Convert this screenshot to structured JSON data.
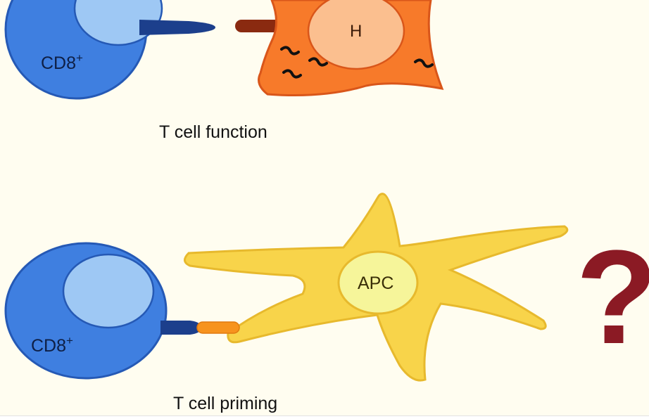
{
  "top_panel": {
    "tcell_label": "CD8",
    "tcell_superscript": "+",
    "target_cell_label": "H",
    "caption": "T cell function"
  },
  "bottom_panel": {
    "tcell_label": "CD8",
    "tcell_superscript": "+",
    "apc_label": "APC",
    "caption": "T cell priming",
    "question_mark": "?"
  },
  "colors": {
    "background": "#fffdf0",
    "tcell_fill": "#3f7fe0",
    "tcell_nucleus": "#9ec8f4",
    "tcell_outline": "#2559b5",
    "tcr": "#1c3f8c",
    "target_cell_fill": "#f77a2a",
    "target_cell_nucleus": "#fbbf8f",
    "mhc_dark": "#8a2a10",
    "apc_fill": "#f8d44a",
    "apc_nucleus": "#f6f59a",
    "mhc_light": "#f7931e",
    "question_mark": "#8b1a24"
  }
}
